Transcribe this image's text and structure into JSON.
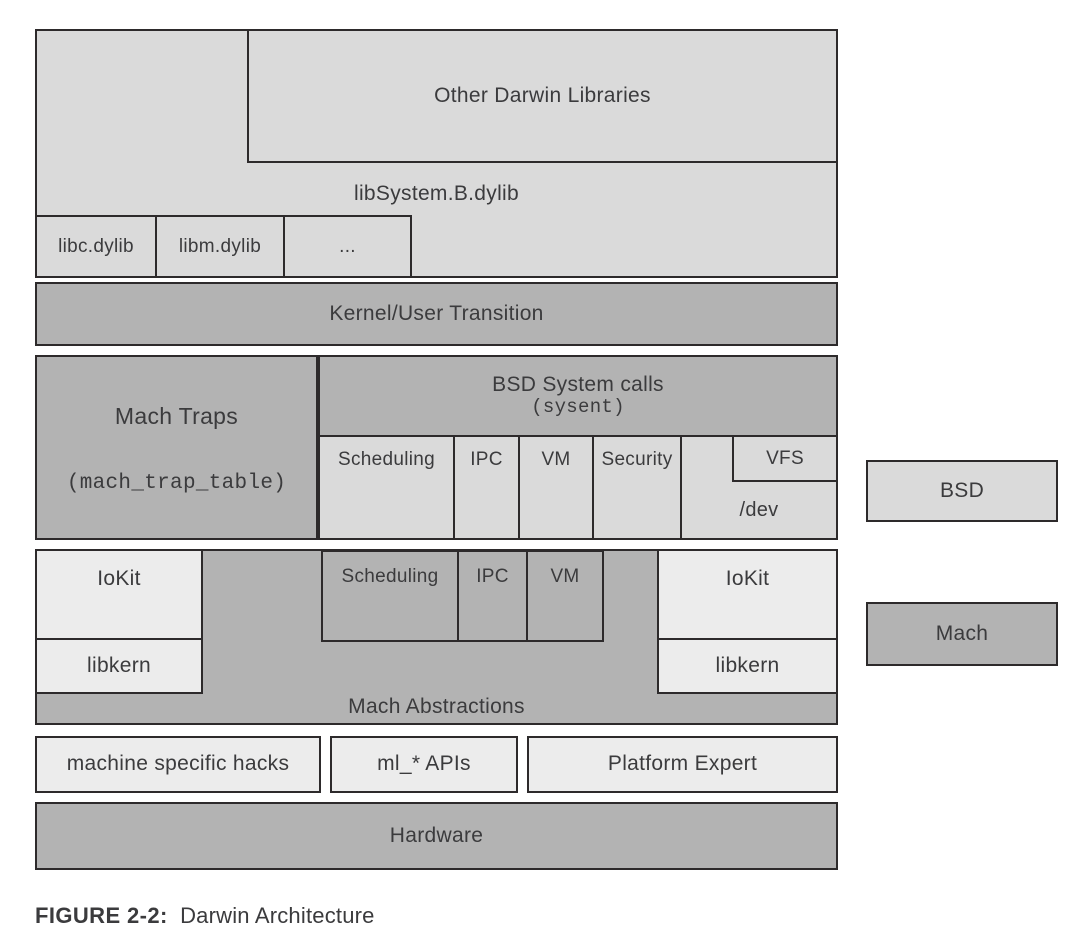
{
  "colors": {
    "light": "#dadada",
    "medium": "#b3b3b3",
    "xlight": "#ececec",
    "border": "#2d2a2b",
    "ink": "#3b3b3d"
  },
  "userland": {
    "other_darwin": "Other Darwin Libraries",
    "libsystem": "libSystem.B.dylib",
    "libs": [
      "libc.dylib",
      "libm.dylib",
      "..."
    ]
  },
  "transition": "Kernel/User Transition",
  "bsd": {
    "mach_traps": "Mach Traps",
    "mach_traps_table": "(mach_trap_table)",
    "syscalls_title": "BSD System calls",
    "syscalls_sub": "(sysent)",
    "cells": [
      "Scheduling",
      "IPC",
      "VM",
      "Security"
    ],
    "vfs": "VFS",
    "dev": "/dev"
  },
  "mach": {
    "iokit_left": "IoKit",
    "libkern_left": "libkern",
    "cells": [
      "Scheduling",
      "IPC",
      "VM"
    ],
    "iokit_right": "IoKit",
    "libkern_right": "libkern",
    "abstractions": "Mach Abstractions"
  },
  "platform": {
    "boxes": [
      "machine specific hacks",
      "ml_* APIs",
      "Platform Expert"
    ]
  },
  "hardware": "Hardware",
  "legend": {
    "bsd": "BSD",
    "mach": "Mach"
  },
  "figure": {
    "caption_label": "FIGURE 2-2:",
    "caption_text": "Darwin Architecture"
  }
}
